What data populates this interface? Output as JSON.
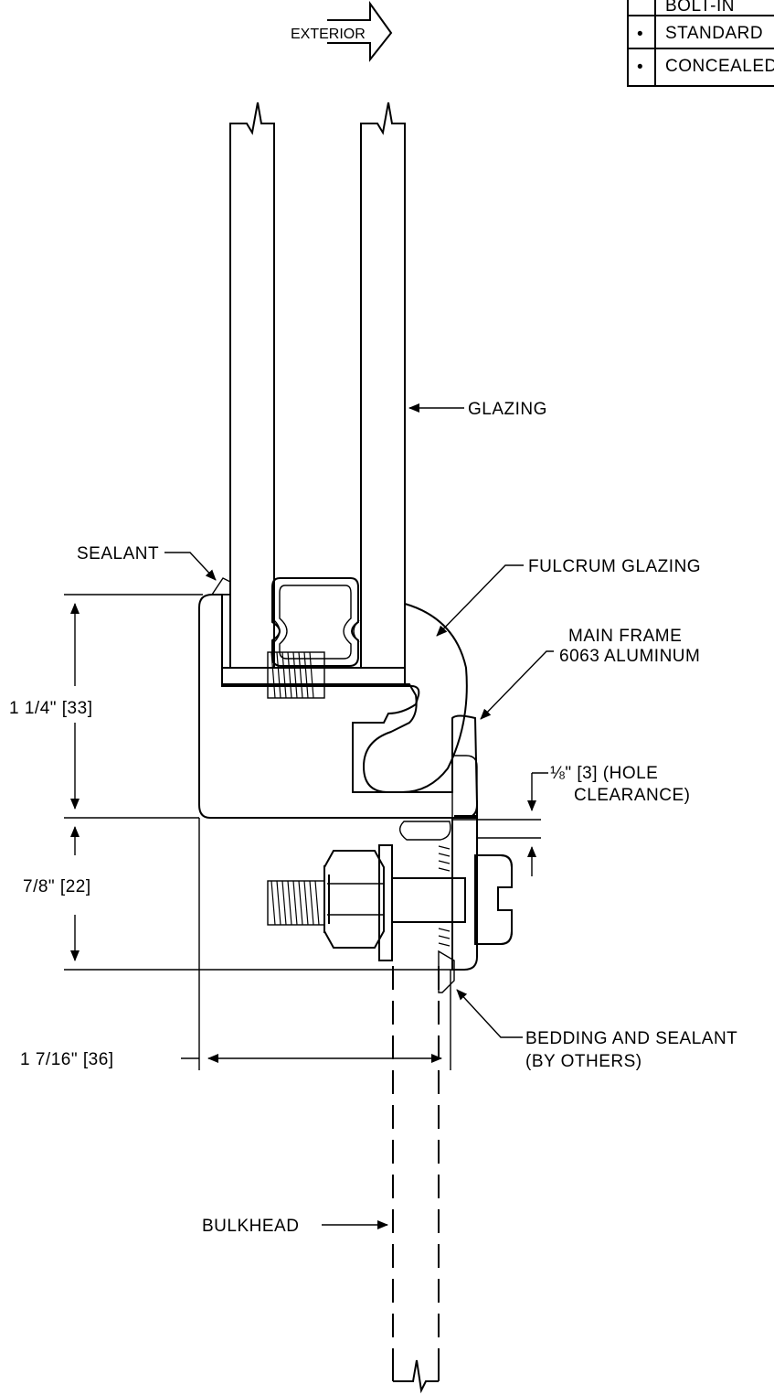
{
  "direction": {
    "label": "EXTERIOR"
  },
  "legend": {
    "rows": [
      {
        "marker": "",
        "label": "BOLT-IN"
      },
      {
        "marker": "•",
        "label": "STANDARD"
      },
      {
        "marker": "•",
        "label": "CONCEALED"
      }
    ]
  },
  "callouts": {
    "glazing": "GLAZING",
    "sealant": "SEALANT",
    "fulcrum_glazing": "FULCRUM GLAZING",
    "main_frame_line1": "MAIN FRAME",
    "main_frame_line2": "6063 ALUMINUM",
    "hole_clearance_line1": "⅛\" [3] (HOLE",
    "hole_clearance_line2": "CLEARANCE)",
    "bedding_line1": "BEDDING AND SEALANT",
    "bedding_line2": "(BY OTHERS)",
    "bulkhead": "BULKHEAD"
  },
  "dimensions": {
    "frame_height": "1 1/4\" [33]",
    "bolt_height": "7/8\" [22]",
    "frame_width": "1 7/16\" [36]"
  }
}
